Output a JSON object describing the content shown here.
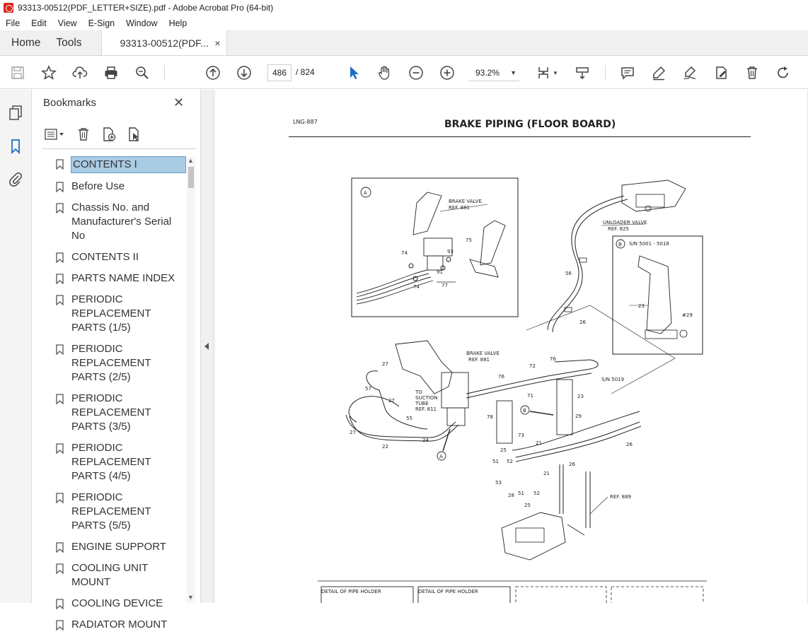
{
  "window": {
    "title": "93313-00512(PDF_LETTER+SIZE).pdf - Adobe Acrobat Pro (64-bit)"
  },
  "menu": [
    "File",
    "Edit",
    "View",
    "E-Sign",
    "Window",
    "Help"
  ],
  "tabs": {
    "home": "Home",
    "tools": "Tools",
    "doc": "93313-00512(PDF...",
    "close": "×"
  },
  "toolbar": {
    "page_current": "486",
    "page_total": "/ 824",
    "zoom": "93.2%",
    "icons": [
      "save-icon",
      "bookmark-star-icon",
      "upload-icon",
      "print-icon",
      "search-zoom-icon",
      "page-up-icon",
      "page-down-icon",
      "select-arrow-icon",
      "hand-icon",
      "zoom-out-icon",
      "zoom-in-icon",
      "fit-page-icon",
      "scroll-mode-icon",
      "comment-icon",
      "highlight-icon",
      "sign-icon",
      "edit-icon",
      "delete-icon",
      "redo-icon"
    ]
  },
  "bookmarks": {
    "title": "Bookmarks",
    "close": "✕",
    "items": [
      {
        "label": "CONTENTS  I",
        "selected": true
      },
      {
        "label": "Before Use"
      },
      {
        "label": "Chassis No. and Manufacturer's Serial No"
      },
      {
        "label": "CONTENTS II"
      },
      {
        "label": "PARTS NAME INDEX"
      },
      {
        "label": "PERIODIC REPLACEMENT PARTS (1/5)"
      },
      {
        "label": "PERIODIC REPLACEMENT PARTS (2/5)"
      },
      {
        "label": "PERIODIC REPLACEMENT PARTS (3/5)"
      },
      {
        "label": "PERIODIC REPLACEMENT PARTS (4/5)"
      },
      {
        "label": "PERIODIC REPLACEMENT PARTS (5/5)"
      },
      {
        "label": "ENGINE SUPPORT"
      },
      {
        "label": "COOLING UNIT MOUNT"
      },
      {
        "label": "COOLING DEVICE"
      },
      {
        "label": "RADIATOR MOUNT"
      }
    ]
  },
  "document": {
    "code": "LNG-887",
    "title": "BRAKE PIPING (FLOOR BOARD)",
    "labels": {
      "inset_a": "A",
      "inset_b": "B",
      "brake_valve": "BRAKE VALVE",
      "ref_881": "REF. 881",
      "unloader_valve": "UNLOADER VALVE",
      "ref_825": "REF. 825",
      "sn_range": "S/N 5001 - 5018",
      "sn_5019": "S/N 5019",
      "to_suction": "TO",
      "suction": "SUCTION",
      "tube": "TUBE",
      "ref_811": "REF. 811",
      "ref_889": "REF. 889",
      "detail1": "DETAIL OF PIPE HOLDER",
      "detail2": "DETAIL OF PIPE HOLDER",
      "n74": "74",
      "n74b": "74",
      "n93": "93",
      "n75": "75",
      "n91": "91",
      "n77": "77",
      "n56": "56",
      "n26": "26",
      "n23": "23",
      "n29": "#29",
      "n27": "27",
      "n57": "57",
      "n27b": "27",
      "n55": "55",
      "n27c": "27",
      "n22": "22",
      "n24": "24",
      "n76": "76",
      "n72": "72",
      "n71": "71",
      "n76b": "76",
      "n23b": "23",
      "n78": "78",
      "n73": "73",
      "n29b": "29",
      "n26b": "26",
      "n25": "25",
      "n21": "21",
      "n51": "51",
      "n52": "52",
      "n26c": "26",
      "n21b": "21",
      "n53": "53",
      "n28": "28",
      "n51b": "51",
      "n52b": "52",
      "n25b": "25"
    }
  }
}
